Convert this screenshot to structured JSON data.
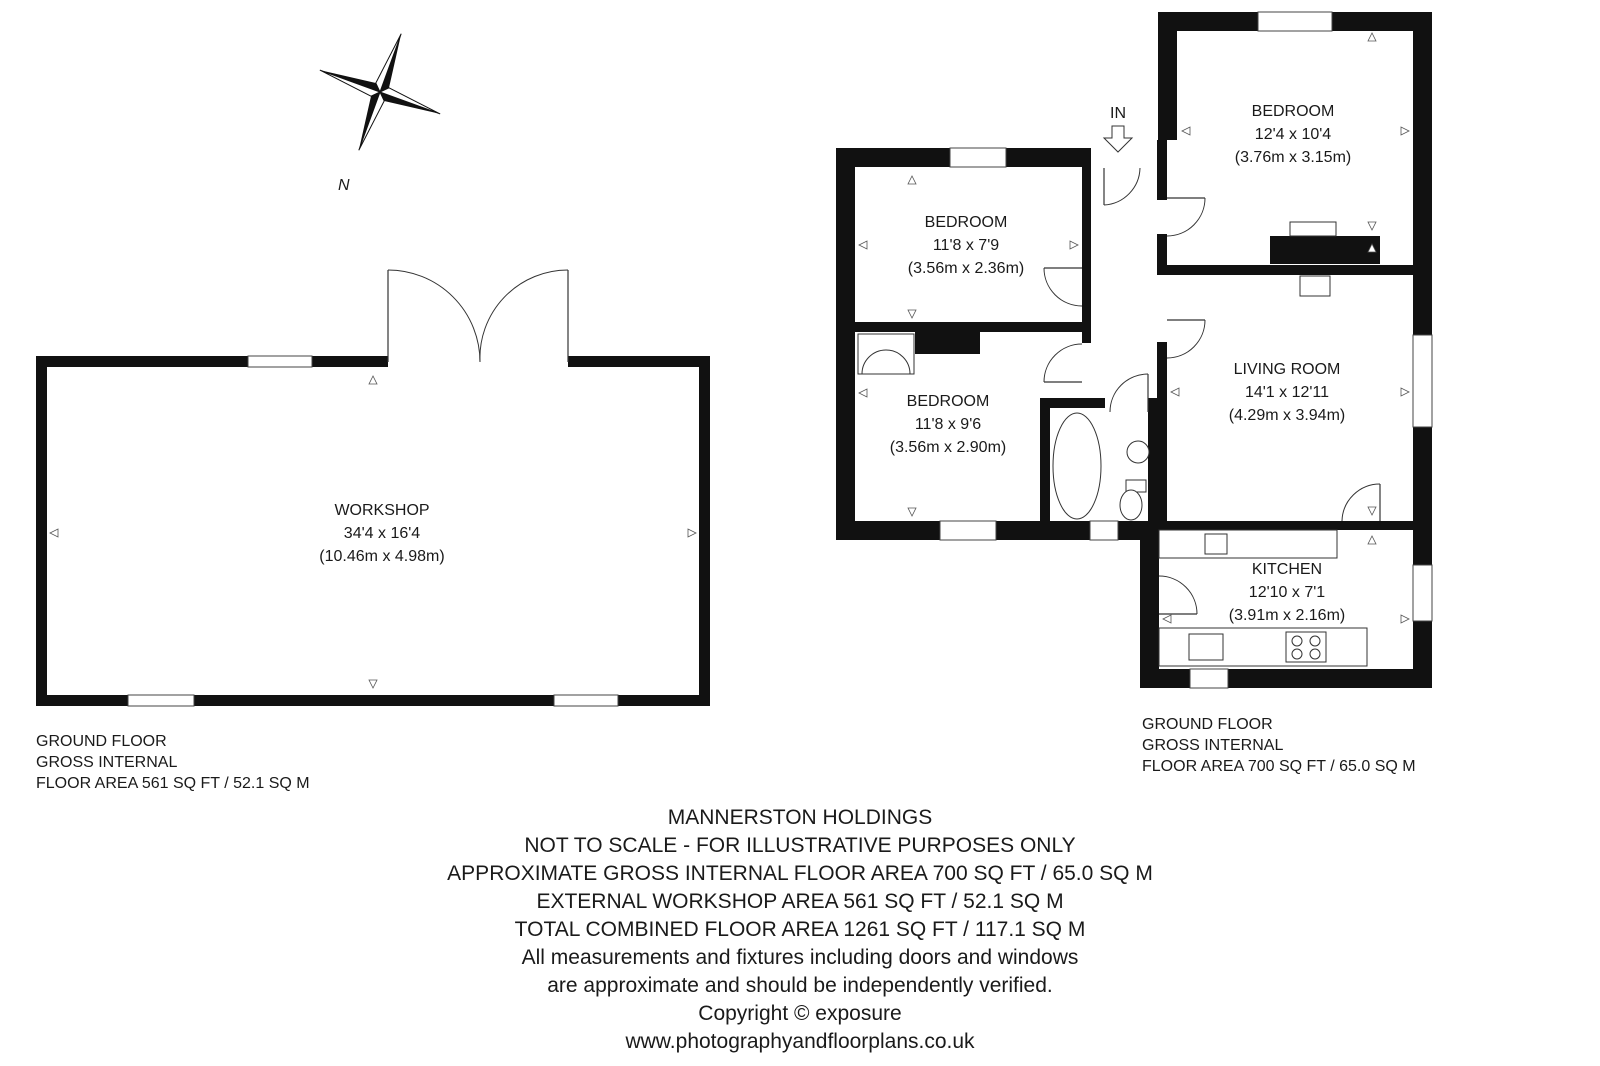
{
  "compass": {
    "label": "N"
  },
  "workshop_plan": {
    "room": {
      "name": "WORKSHOP",
      "size_imperial": "34'4 x 16'4",
      "size_metric": "(10.46m x 4.98m)"
    },
    "area_caption": [
      "GROUND FLOOR",
      "GROSS INTERNAL",
      "FLOOR AREA 561 SQ FT / 52.1 SQ M"
    ]
  },
  "house_plan": {
    "entrance_label": "IN",
    "rooms": [
      {
        "name": "BEDROOM",
        "size_imperial": "12'4 x 10'4",
        "size_metric": "(3.76m x 3.15m)"
      },
      {
        "name": "BEDROOM",
        "size_imperial": "11'8 x 7'9",
        "size_metric": "(3.56m x 2.36m)"
      },
      {
        "name": "BEDROOM",
        "size_imperial": "11'8 x 9'6",
        "size_metric": "(3.56m x 2.90m)"
      },
      {
        "name": "LIVING ROOM",
        "size_imperial": "14'1 x 12'11",
        "size_metric": "(4.29m x 3.94m)"
      },
      {
        "name": "KITCHEN",
        "size_imperial": "12'10 x 7'1",
        "size_metric": "(3.91m x 2.16m)"
      }
    ],
    "area_caption": [
      "GROUND FLOOR",
      "GROSS INTERNAL",
      "FLOOR AREA 700 SQ FT / 65.0 SQ M"
    ]
  },
  "notes": [
    "MANNERSTON HOLDINGS",
    "NOT TO SCALE - FOR ILLUSTRATIVE PURPOSES ONLY",
    "APPROXIMATE GROSS INTERNAL FLOOR AREA 700 SQ FT / 65.0 SQ M",
    "EXTERNAL WORKSHOP AREA 561 SQ FT / 52.1 SQ M",
    "TOTAL COMBINED FLOOR AREA 1261 SQ FT / 117.1 SQ M",
    "All measurements and fixtures including doors and windows",
    "are approximate and should be independently verified.",
    "Copyright © exposure",
    "www.photographyandfloorplans.co.uk"
  ]
}
